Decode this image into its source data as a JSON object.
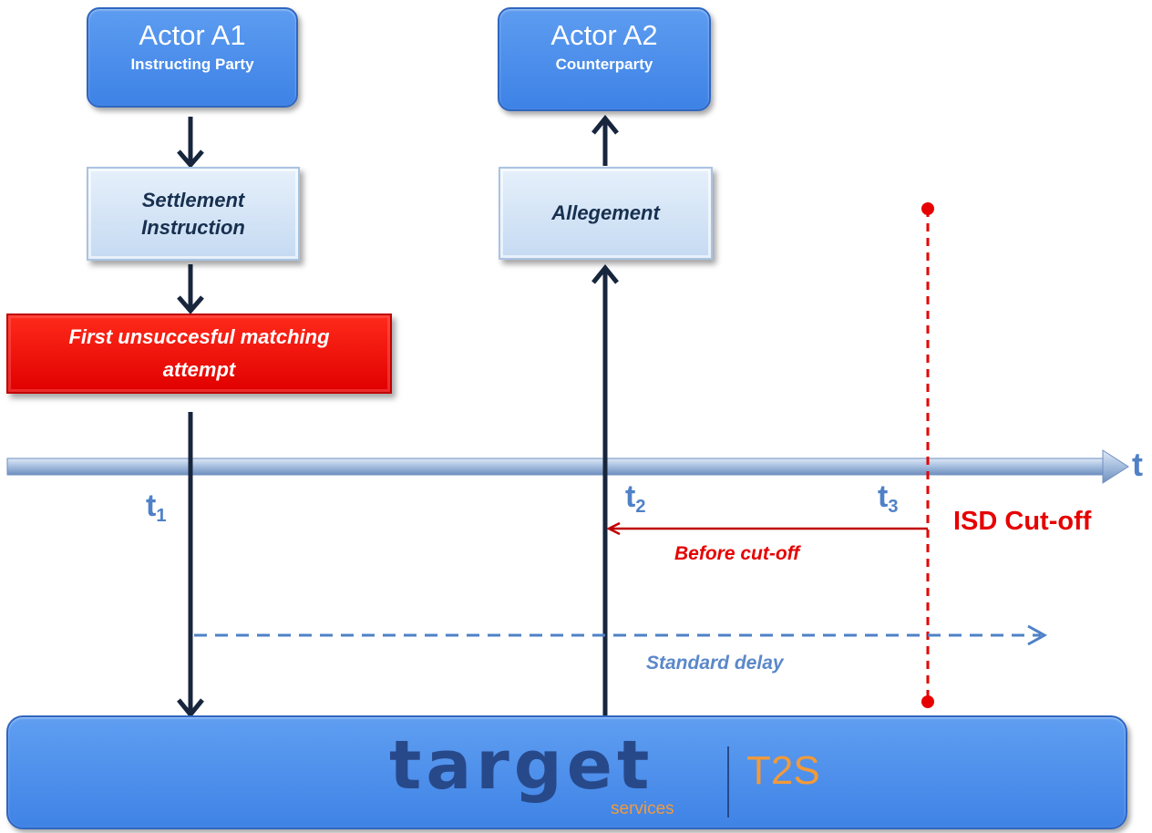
{
  "actors": {
    "a1": {
      "name": "Actor A1",
      "role": "Instructing Party"
    },
    "a2": {
      "name": "Actor A2",
      "role": "Counterparty"
    }
  },
  "messages": {
    "settlement_line1": "Settlement",
    "settlement_line2": "Instruction",
    "allegement": "Allegement",
    "failed_line1": "First unsuccesful matching",
    "failed_line2": "attempt"
  },
  "timeline": {
    "axis_label": "t",
    "t1": {
      "base": "t",
      "sub": "1"
    },
    "t2": {
      "base": "t",
      "sub": "2"
    },
    "t3": {
      "base": "t",
      "sub": "3"
    }
  },
  "labels": {
    "isd_cutoff": "ISD Cut-off",
    "before_cutoff": "Before cut-off",
    "standard_delay": "Standard delay"
  },
  "platform": {
    "brand": "target",
    "services": "services",
    "product": "T2S"
  },
  "colors": {
    "actor_blue": "#3d82e6",
    "failure_red": "#e00000",
    "cutoff_red": "#e60000",
    "label_blue": "#4f81c7",
    "brand_navy": "#27498a",
    "brand_orange": "#f29a3a"
  }
}
